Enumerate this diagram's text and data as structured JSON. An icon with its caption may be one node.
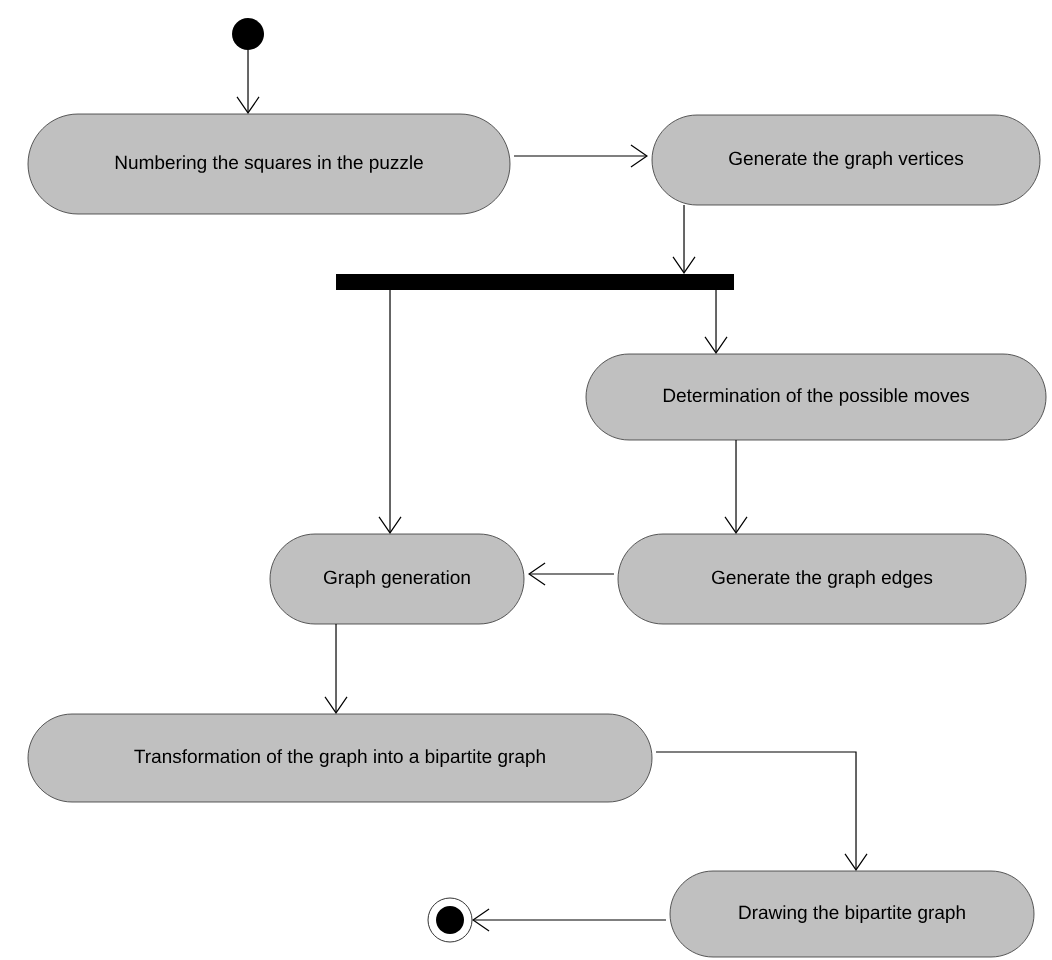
{
  "diagram": {
    "nodes": [
      {
        "text": [],
        "shape": "circle"
      },
      {
        "text": [
          "Numbering the squares in the puzzle"
        ]
      },
      {
        "text": [
          "Generate the graph vertices"
        ]
      },
      {
        "text": [],
        "shape": "bar"
      },
      {
        "text": [
          "Determination of the possible moves"
        ]
      },
      {
        "text": [
          "Generate the graph edges"
        ]
      },
      {
        "text": [
          "Graph generation"
        ]
      },
      {
        "text": [
          "Transformation of the graph into a bipartite graph"
        ]
      },
      {
        "text": [
          "Drawing the bipartite graph"
        ]
      },
      {
        "text": [],
        "shape": "circle"
      }
    ],
    "edges": [
      {
        "from": 0,
        "to": 1,
        "arrow": "to"
      },
      {
        "from": 1,
        "to": 2,
        "arrow": "to"
      },
      {
        "from": 2,
        "to": 3,
        "arrow": "to"
      },
      {
        "from": 3,
        "to": 4,
        "arrow": "to"
      },
      {
        "from": 3,
        "to": 6,
        "arrow": "to"
      },
      {
        "from": 4,
        "to": 5,
        "arrow": "to"
      },
      {
        "from": 5,
        "to": 6,
        "arrow": "to"
      },
      {
        "from": 6,
        "to": 7,
        "arrow": "to"
      },
      {
        "from": 7,
        "to": 8,
        "arrow": "to"
      },
      {
        "from": 8,
        "to": 9,
        "arrow": "to"
      }
    ]
  }
}
